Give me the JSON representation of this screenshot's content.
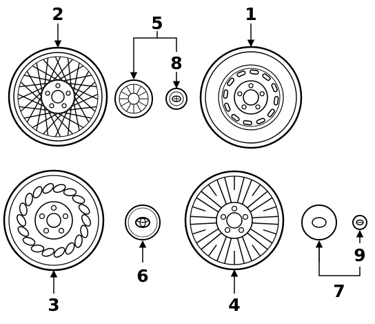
{
  "callouts": {
    "p1": "1",
    "p2": "2",
    "p3": "3",
    "p4": "4",
    "p5": "5",
    "p6": "6",
    "p7": "7",
    "p8": "8",
    "p9": "9"
  }
}
